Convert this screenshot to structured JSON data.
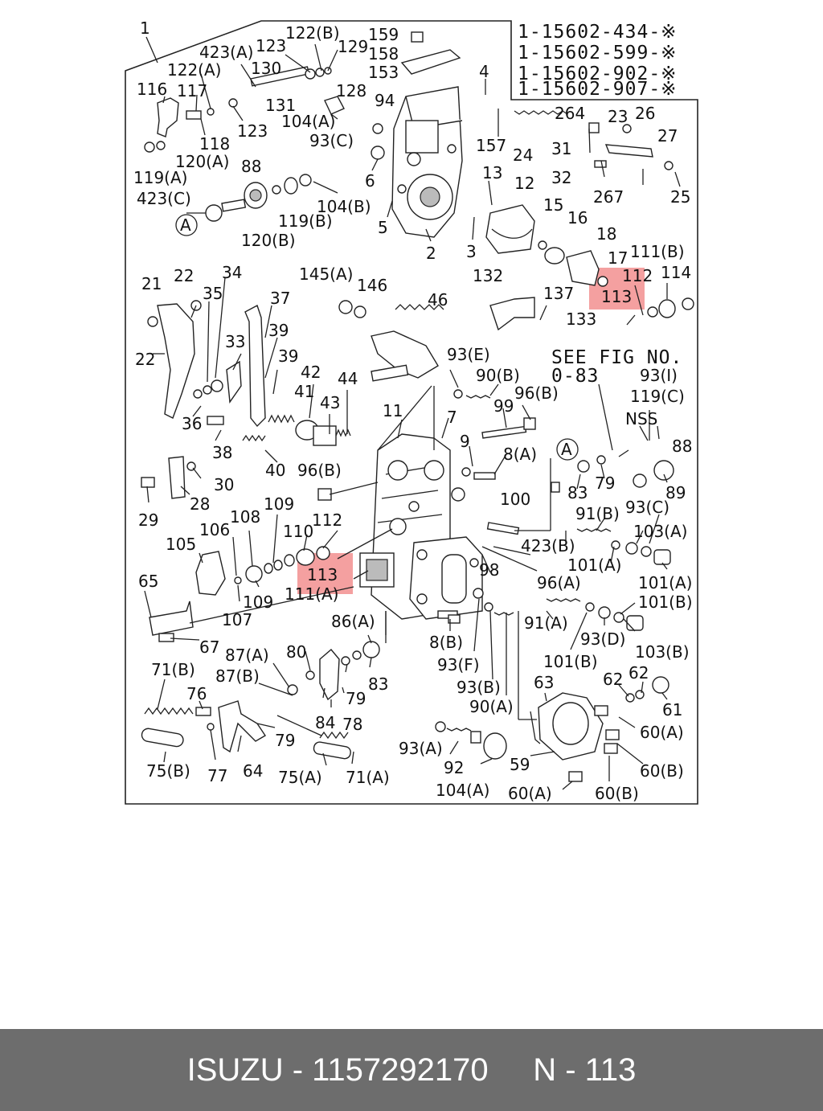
{
  "part_numbers": [
    "1-15602-434-※",
    "1-15602-599-※",
    "1-15602-902-※",
    "1-15602-907-※"
  ],
  "note": {
    "line1": "SEE FIG NO.",
    "line2": "0-83"
  },
  "ref_mark": "A",
  "labels": [
    "1",
    "423(A)",
    "123",
    "122(B)",
    "129",
    "159",
    "158",
    "153",
    "4",
    "122(A)",
    "130",
    "128",
    "116",
    "117",
    "131",
    "94",
    "104(A)",
    "118",
    "93(C)",
    "123",
    "157",
    "24",
    "264",
    "23",
    "26",
    "27",
    "31",
    "32",
    "120(A)",
    "119(A)",
    "88",
    "423(C)",
    "104(B)",
    "119(B)",
    "120(B)",
    "6",
    "5",
    "2",
    "13",
    "12",
    "3",
    "267",
    "25",
    "15",
    "16",
    "18",
    "17",
    "111(B)",
    "114",
    "112",
    "113",
    "132",
    "145(A)",
    "146",
    "34",
    "21",
    "22",
    "35",
    "37",
    "46",
    "137",
    "133",
    "33",
    "39",
    "93(E)",
    "22",
    "39",
    "42",
    "44",
    "90(B)",
    "96(B)",
    "99",
    "11",
    "7",
    "93(I)",
    "119(C)",
    "NSS",
    "36",
    "38",
    "41",
    "43",
    "9",
    "8(A)",
    "88",
    "40",
    "96(B)",
    "83",
    "79",
    "89",
    "30",
    "29",
    "28",
    "109",
    "108",
    "112",
    "110",
    "100",
    "91(B)",
    "93(C)",
    "106",
    "105",
    "423(B)",
    "103(A)",
    "101(A)",
    "98",
    "113",
    "96(A)",
    "101(A)",
    "111(A)",
    "65",
    "109",
    "107",
    "86(A)",
    "101(B)",
    "91(A)",
    "93(D)",
    "67",
    "8(B)",
    "103(B)",
    "80",
    "87(A)",
    "93(F)",
    "101(B)",
    "71(B)",
    "87(B)",
    "83",
    "79",
    "93(B)",
    "63",
    "62",
    "62",
    "76",
    "84",
    "78",
    "90(A)",
    "61",
    "79",
    "60(A)",
    "64",
    "77",
    "75(B)",
    "75(A)",
    "71(A)",
    "93(A)",
    "92",
    "59",
    "60(B)",
    "104(A)",
    "60(A)",
    "60(B)"
  ],
  "footer": {
    "brand": "ISUZU",
    "separator": " - ",
    "part_number": "1157292170",
    "ref": "N - 113"
  }
}
